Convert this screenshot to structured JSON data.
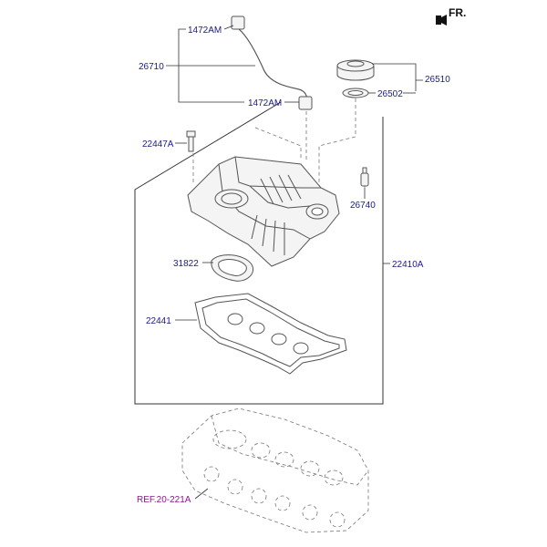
{
  "orientation": {
    "label": "FR."
  },
  "parts": {
    "hose_clamp_top": "1472AM",
    "hose": "26710",
    "hose_clamp_bottom": "1472AM",
    "oil_filler_cap_assembly": "26510",
    "cap_gasket": "26502",
    "bolt": "22447A",
    "pcv_valve": "26740",
    "cover_assembly": "22410A",
    "plug_gasket": "31822",
    "cover_gasket": "22441"
  },
  "reference": {
    "label": "REF.20-221A"
  },
  "colors": {
    "label_text": "#1a1a8c",
    "ref_text": "#8a1a8a",
    "line": "#333333"
  }
}
